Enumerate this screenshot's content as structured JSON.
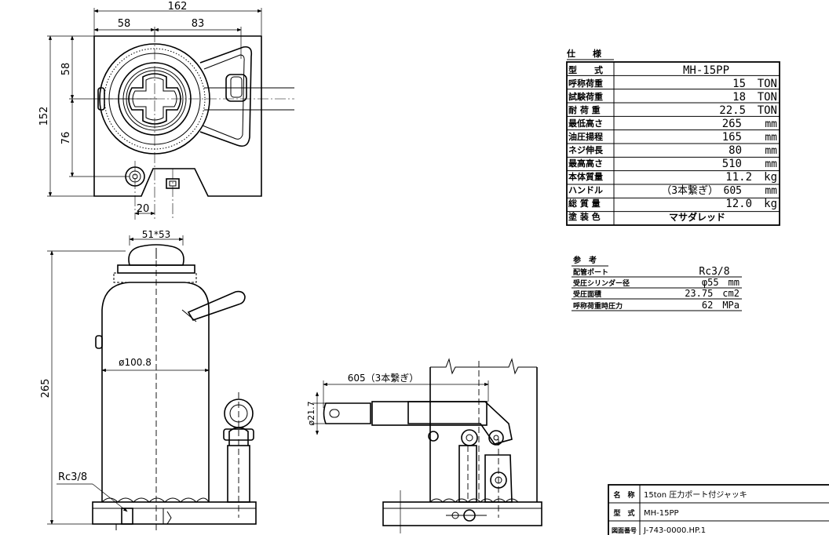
{
  "top_view": {
    "dims": {
      "width": "162",
      "left": "58",
      "right": "83",
      "height": "152",
      "upper": "58",
      "lower": "76",
      "port_offset": "20"
    }
  },
  "front_view": {
    "dims": {
      "saddle": "51*53",
      "body_dia": "ø100.8",
      "height": "265",
      "port": "Rc3/8"
    }
  },
  "side_view": {
    "dims": {
      "handle": "605（3本繋ぎ）",
      "handle_dia": "ø21.7"
    }
  },
  "specs": {
    "header": "仕　　様",
    "rows": [
      {
        "label": "型　　式",
        "value": "MH-15PP",
        "unit": ""
      },
      {
        "label": "呼称荷重",
        "value": "15",
        "unit": "TON"
      },
      {
        "label": "試験荷重",
        "value": "18",
        "unit": "TON"
      },
      {
        "label": "耐 荷 重",
        "value": "22.5",
        "unit": "TON"
      },
      {
        "label": "最低高さ",
        "value": "265",
        "unit": "mm"
      },
      {
        "label": "油圧揚程",
        "value": "165",
        "unit": "mm"
      },
      {
        "label": "ネジ伸長",
        "value": "80",
        "unit": "mm"
      },
      {
        "label": "最高高さ",
        "value": "510",
        "unit": "mm"
      },
      {
        "label": "本体質量",
        "value": "11.2",
        "unit": "kg"
      },
      {
        "label": "ハンドル",
        "value": "（3本繋ぎ）　605",
        "unit": "mm"
      },
      {
        "label": "総 質 量",
        "value": "12.0",
        "unit": "kg"
      },
      {
        "label": "塗 装 色",
        "value": "マサダレッド",
        "unit": ""
      }
    ]
  },
  "reference": {
    "header": "参　考",
    "rows": [
      {
        "label": "配管ポート",
        "value": "Rc3/8"
      },
      {
        "label": "受圧シリンダー径",
        "value": "φ55　mm"
      },
      {
        "label": "受圧面積",
        "value": "23.75　cm2"
      },
      {
        "label": "呼称荷重時圧力",
        "value": "62　MPa"
      }
    ]
  },
  "title_block": {
    "rows": [
      {
        "label": "名　称",
        "value": "15ton 圧力ポート付ジャッキ"
      },
      {
        "label": "型　式",
        "value": "MH-15PP"
      },
      {
        "label": "図面番号",
        "value": "J-743-0000.HP.1"
      }
    ]
  }
}
